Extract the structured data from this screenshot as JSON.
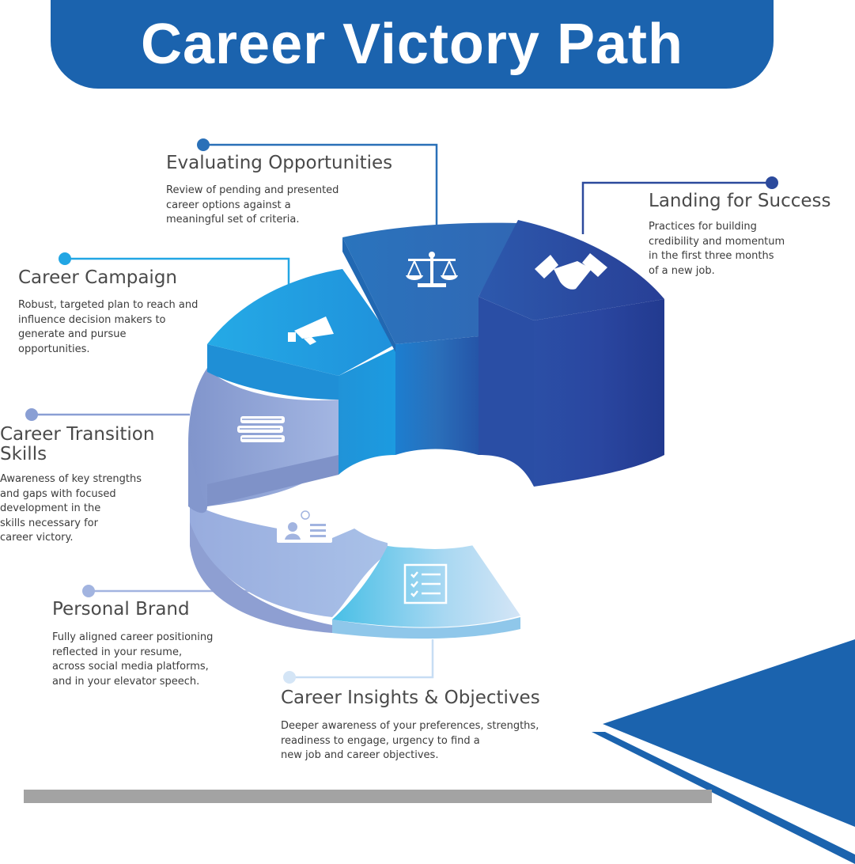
{
  "header": {
    "title": "Career Victory Path"
  },
  "stages": {
    "evaluating": {
      "title": "Evaluating Opportunities",
      "description": "Review of pending and presented\ncareer options against a\nmeaningful set of criteria.",
      "icon": "scales-icon",
      "color": "#2a70b8"
    },
    "landing": {
      "title": "Landing for Success",
      "description": "Practices for building\ncredibility and momentum\nin the first three months\nof a new job.",
      "icon": "handshake-icon",
      "color": "#2c4a9c"
    },
    "campaign": {
      "title": "Career Campaign",
      "description": "Robust, targeted plan to reach and\ninfluence decision makers to\ngenerate and pursue\nopportunities.",
      "icon": "megaphone-icon",
      "color": "#1f9be0"
    },
    "transition": {
      "title": "Career Transition\nSkills",
      "description": "Awareness of key strengths\nand gaps with focused\ndevelopment in the\nskills necessary for\ncareer victory.",
      "icon": "books-icon",
      "color": "#8a9fd4"
    },
    "brand": {
      "title": "Personal Brand",
      "description": "Fully aligned career positioning\nreflected in your resume,\nacross social media platforms,\nand in your elevator speech.",
      "icon": "id-card-icon",
      "color": "#a2b4e0"
    },
    "insights": {
      "title": "Career Insights & Objectives",
      "description": "Deeper awareness of your preferences, strengths,\nreadiness to engage, urgency to find a\nnew job and career objectives.",
      "icon": "checklist-icon",
      "color": "#c7ddf4"
    }
  }
}
